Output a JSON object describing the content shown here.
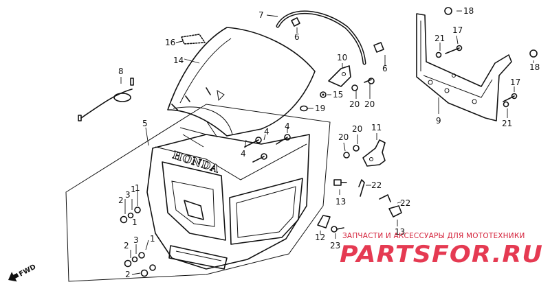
{
  "parts": [
    {
      "id": "p1",
      "label": "1"
    },
    {
      "id": "p2",
      "label": "2"
    },
    {
      "id": "p3",
      "label": "3"
    },
    {
      "id": "p4",
      "label": "4"
    },
    {
      "id": "p5",
      "label": "5"
    },
    {
      "id": "p6",
      "label": "6"
    },
    {
      "id": "p7",
      "label": "7"
    },
    {
      "id": "p8",
      "label": "8"
    },
    {
      "id": "p9",
      "label": "9"
    },
    {
      "id": "p10",
      "label": "10"
    },
    {
      "id": "p11",
      "label": "11"
    },
    {
      "id": "p12",
      "label": "12"
    },
    {
      "id": "p13",
      "label": "13"
    },
    {
      "id": "p14",
      "label": "14"
    },
    {
      "id": "p15",
      "label": "15"
    },
    {
      "id": "p16",
      "label": "16"
    },
    {
      "id": "p17",
      "label": "17"
    },
    {
      "id": "p18",
      "label": "18"
    },
    {
      "id": "p19",
      "label": "19"
    },
    {
      "id": "p20",
      "label": "20"
    },
    {
      "id": "p21",
      "label": "21"
    },
    {
      "id": "p22",
      "label": "22"
    },
    {
      "id": "p23",
      "label": "23"
    }
  ],
  "brand_text": "HONDA",
  "direction_label": "FWD",
  "watermark": {
    "subtitle": "ЗАПЧАСТИ И АКСЕССУАРЫ ДЛЯ МОТОТЕХНИКИ",
    "title": "PARTSFOR.RU"
  }
}
